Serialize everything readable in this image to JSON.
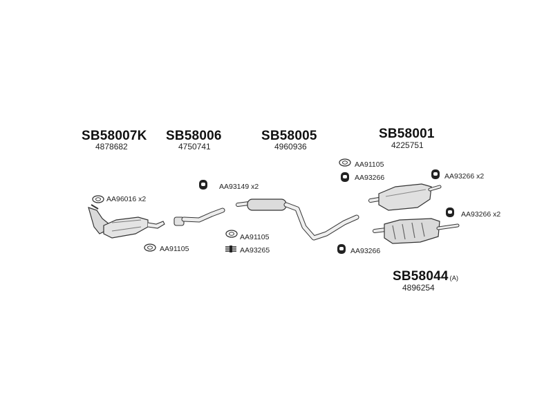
{
  "groups": {
    "g1": {
      "code": "SB58007K",
      "number": "4878682"
    },
    "g2": {
      "code": "SB58006",
      "number": "4750741"
    },
    "g3": {
      "code": "SB58005",
      "number": "4960936"
    },
    "g4": {
      "code": "SB58001",
      "number": "4225751"
    },
    "g5": {
      "code": "SB58044",
      "suffix": "(A)",
      "number": "4896254"
    }
  },
  "accessories": {
    "a1": "AA96016 x2",
    "a2": "AA91105",
    "a3": "AA93149 x2",
    "a4": "AA91105",
    "a5": "AA93265",
    "a6": "AA91105",
    "a7": "AA93266",
    "a8": "AA93266",
    "a9": "AA93266 x2",
    "a10": "AA93266 x2"
  },
  "colors": {
    "line": "#444444",
    "fill": "#e6e6e6",
    "dark": "#222222"
  }
}
